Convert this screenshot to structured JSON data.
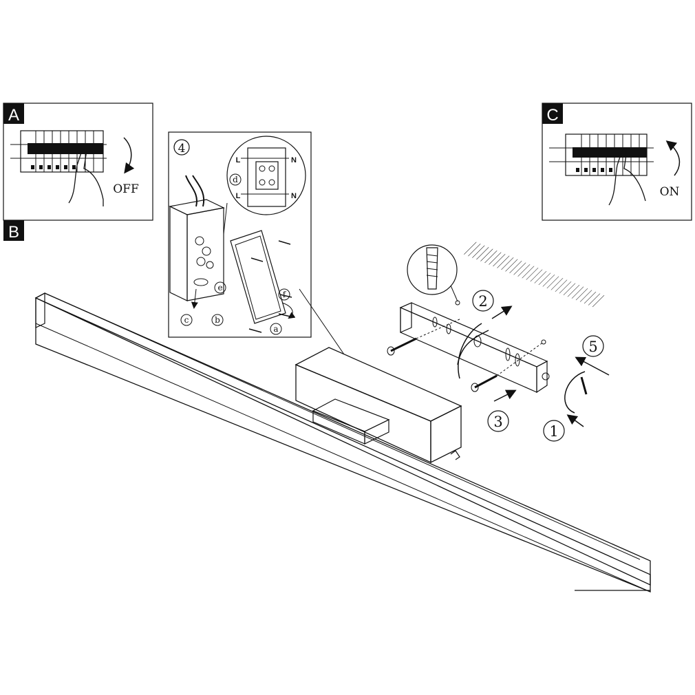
{
  "panels": {
    "a": {
      "letter": "A",
      "caption": "OFF"
    },
    "b": {
      "letter": "B"
    },
    "c": {
      "letter": "C",
      "caption": "ON"
    }
  },
  "wiring_detail": {
    "step": "4",
    "terminal_left_top": "L",
    "terminal_right_top": "N",
    "terminal_left_bottom": "L",
    "terminal_right_bottom": "N",
    "callouts": [
      "d",
      "e",
      "f",
      "a",
      "b",
      "c"
    ]
  },
  "steps": [
    "1",
    "2",
    "3",
    "5"
  ]
}
